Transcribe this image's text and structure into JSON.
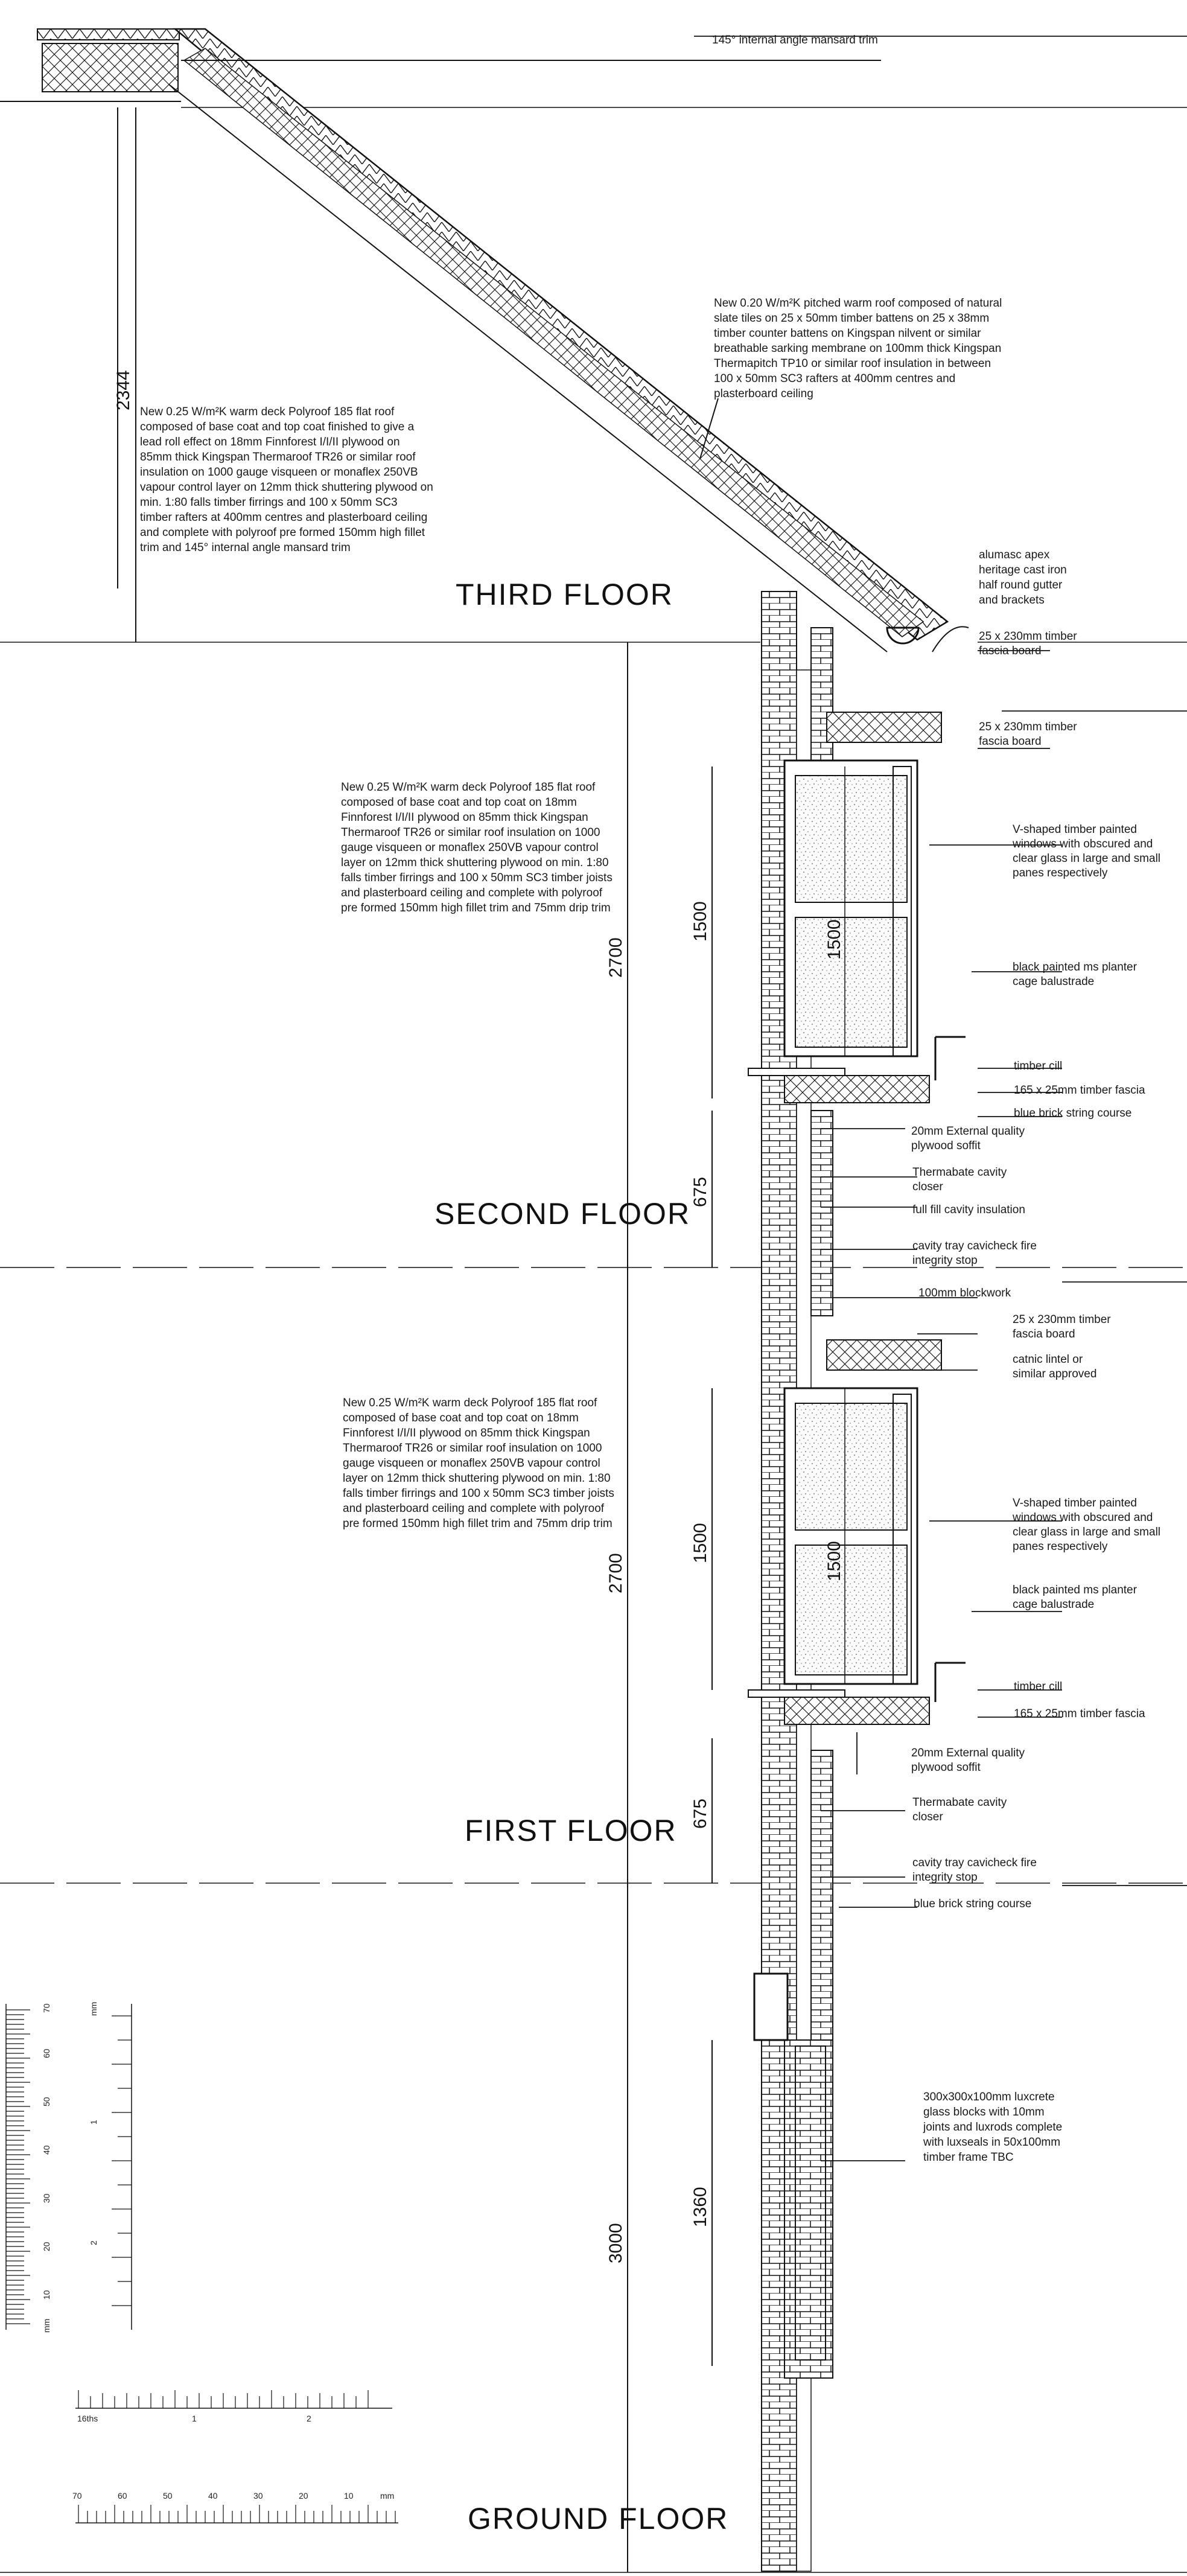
{
  "floors": {
    "third": "THIRD FLOOR",
    "second": "SECOND FLOOR",
    "first": "FIRST FLOOR",
    "ground": "GROUND FLOOR"
  },
  "dimensions": {
    "roof_height": "2344",
    "second_storey": "2700",
    "second_window": "1500",
    "second_window_inner": "1500",
    "second_zone": "675",
    "first_storey": "2700",
    "first_window": "1500",
    "first_window_inner": "1500",
    "first_zone": "675",
    "ground_storey": "3000",
    "glass_blocks": "1360"
  },
  "notes": {
    "mansard_trim": "145° internal angle mansard trim",
    "pitched_roof": [
      "New 0.20 W/m²K pitched warm roof composed of natural",
      "slate tiles on 25 x 50mm timber battens on 25 x 38mm",
      "timber counter battens on Kingspan nilvent or similar",
      "breathable sarking membrane on 100mm thick Kingspan",
      "Thermapitch TP10 or similar roof insulation in between",
      "100 x 50mm SC3 rafters at 400mm centres and",
      "plasterboard ceiling"
    ],
    "flat_roof_top": [
      "New 0.25 W/m²K warm deck Polyroof 185 flat roof",
      "composed of base coat and top coat finished to give a",
      "lead roll effect on 18mm Finnforest I/I/II plywood on",
      "85mm thick Kingspan Thermaroof TR26 or similar roof",
      "insulation on 1000 gauge visqueen or monaflex 250VB",
      "vapour control layer on 12mm thick shuttering plywood on",
      "min. 1:80 falls timber firrings and 100 x 50mm SC3",
      "timber rafters at 400mm centres and plasterboard ceiling",
      "and complete with polyroof pre formed 150mm high fillet",
      "trim and 145° internal angle mansard trim"
    ],
    "gutter": [
      "alumasc apex",
      "heritage cast iron",
      "half round gutter",
      "and brackets"
    ],
    "fascia_1": [
      "25 x 230mm timber",
      "fascia board"
    ],
    "fascia_2": [
      "25 x 230mm timber",
      "fascia board"
    ],
    "flat_roof_second": [
      "New 0.25 W/m²K warm deck Polyroof 185 flat roof",
      "composed of base coat and top coat on 18mm",
      "Finnforest I/I/II plywood on 85mm thick Kingspan",
      "Thermaroof TR26 or similar roof insulation on 1000",
      "gauge visqueen or monaflex 250VB vapour control",
      "layer on 12mm thick shuttering plywood on min. 1:80",
      "falls timber firrings and 100 x 50mm SC3 timber joists",
      "and plasterboard ceiling and complete with polyroof",
      "pre formed 150mm high fillet trim and 75mm drip trim"
    ],
    "windows_second": [
      "V-shaped timber painted",
      "windows with obscured and",
      "clear glass in large and small",
      "panes respectively"
    ],
    "balustrade_second": [
      "black painted ms planter",
      "cage balustrade"
    ],
    "cill_second": "timber cill",
    "fascia_165_second": "165 x 25mm timber fascia",
    "string_course_second": "blue brick string course",
    "soffit_second": [
      "20mm External quality",
      "plywood soffit"
    ],
    "closer_second": [
      "Thermabate cavity",
      "closer"
    ],
    "cavity_insulation": "full fill cavity insulation",
    "cavity_tray_second": [
      "cavity tray cavicheck fire",
      "integrity stop"
    ],
    "blockwork": "100mm blockwork",
    "fascia_3": [
      "25 x 230mm timber",
      "fascia board"
    ],
    "lintel": [
      "catnic lintel or",
      "similar approved"
    ],
    "flat_roof_first": [
      "New 0.25 W/m²K warm deck Polyroof 185 flat roof",
      "composed of base coat and top coat on 18mm",
      "Finnforest I/I/II plywood on 85mm thick Kingspan",
      "Thermaroof TR26 or similar roof insulation on 1000",
      "gauge visqueen or monaflex 250VB vapour control",
      "layer on 12mm thick shuttering plywood on min. 1:80",
      "falls timber firrings and 100 x 50mm SC3 timber joists",
      "and plasterboard ceiling and complete with polyroof",
      "pre formed 150mm high fillet trim and 75mm drip trim"
    ],
    "windows_first": [
      "V-shaped timber painted",
      "windows with obscured and",
      "clear glass in large and small",
      "panes respectively"
    ],
    "balustrade_first": [
      "black painted ms planter",
      "cage balustrade"
    ],
    "cill_first": "timber cill",
    "fascia_165_first": "165 x 25mm timber fascia",
    "soffit_first": [
      "20mm External quality",
      "plywood soffit"
    ],
    "closer_first": [
      "Thermabate cavity",
      "closer"
    ],
    "cavity_tray_first": [
      "cavity tray cavicheck fire",
      "integrity stop"
    ],
    "string_course_first": "blue brick string course",
    "glass_blocks": [
      "300x300x100mm luxcrete",
      "glass blocks with 10mm",
      "joints and luxrods complete",
      "with luxseals in 50x100mm",
      "timber frame TBC"
    ]
  },
  "scale_bars": {
    "vertical_left": [
      "70",
      "60",
      "50",
      "40",
      "30",
      "20",
      "10",
      "mm"
    ],
    "vertical_right": [
      "mm",
      "1",
      "2"
    ],
    "horizontal_top": [
      "16ths",
      "1",
      "2"
    ],
    "horizontal_bottom": [
      "70",
      "60",
      "50",
      "40",
      "30",
      "20",
      "10",
      "mm"
    ]
  }
}
